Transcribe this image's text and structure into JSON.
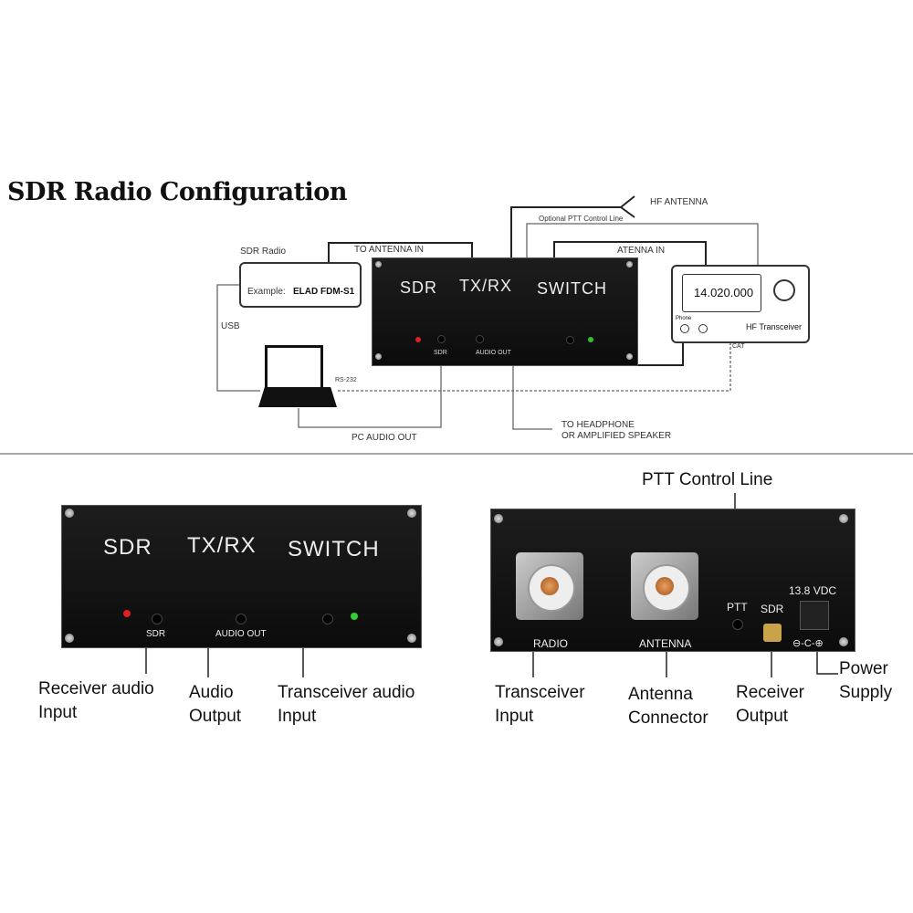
{
  "title": "SDR Radio Configuration",
  "diagram": {
    "hf_antenna": "HF ANTENNA",
    "optional_ptt": "Optional PTT Control Line",
    "to_antenna_in": "TO ANTENNA IN",
    "atenna_in": "ATENNA IN",
    "sdr_radio": "SDR Radio",
    "example_prefix": "Example:",
    "example_model": "ELAD FDM-S1",
    "usb": "USB",
    "rs232": "RS-232",
    "pc_audio_out": "PC AUDIO OUT",
    "to_headphone_1": "TO HEADPHONE",
    "to_headphone_2": "OR AMPLIFIED SPEAKER",
    "frequency": "14.020.000",
    "phone": "Phone",
    "hf_transceiver": "HF Transceiver",
    "cat": "CAT"
  },
  "front_panel": {
    "sdr": "SDR",
    "txrx": "TX/RX",
    "switch": "SWITCH",
    "sdr_port": "SDR",
    "audio_out": "AUDIO OUT"
  },
  "back_panel": {
    "radio": "RADIO",
    "antenna": "ANTENNA",
    "ptt": "PTT",
    "sdr": "SDR",
    "vdc": "13.8 VDC",
    "polarity": "⊖-C-⊕"
  },
  "labels": {
    "receiver_audio_input_1": "Receiver audio",
    "receiver_audio_input_2": "Input",
    "audio_output_1": "Audio",
    "audio_output_2": "Output",
    "transceiver_audio_input_1": "Transceiver audio",
    "transceiver_audio_input_2": "Input",
    "ptt_control_line": "PTT Control Line",
    "transceiver_input_1": "Transceiver",
    "transceiver_input_2": "Input",
    "antenna_connector_1": "Antenna",
    "antenna_connector_2": "Connector",
    "receiver_output_1": "Receiver",
    "receiver_output_2": "Output",
    "power_supply_1": "Power",
    "power_supply_2": "Supply"
  }
}
